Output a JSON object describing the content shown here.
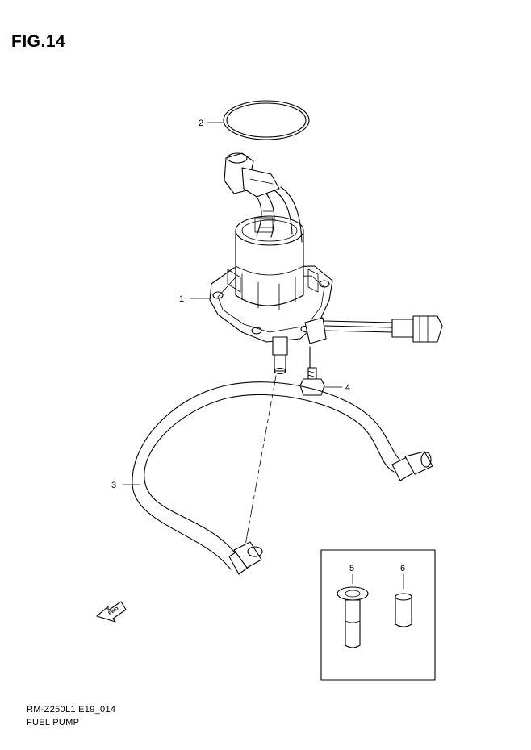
{
  "figure": {
    "title": "FIG.14",
    "code": "RM-Z250L1 E19_014",
    "name": "FUEL PUMP"
  },
  "callouts": {
    "c1": "1",
    "c2": "2",
    "c3": "3",
    "c4": "4",
    "c5": "5",
    "c6": "6"
  },
  "fwd_label": "FWD"
}
